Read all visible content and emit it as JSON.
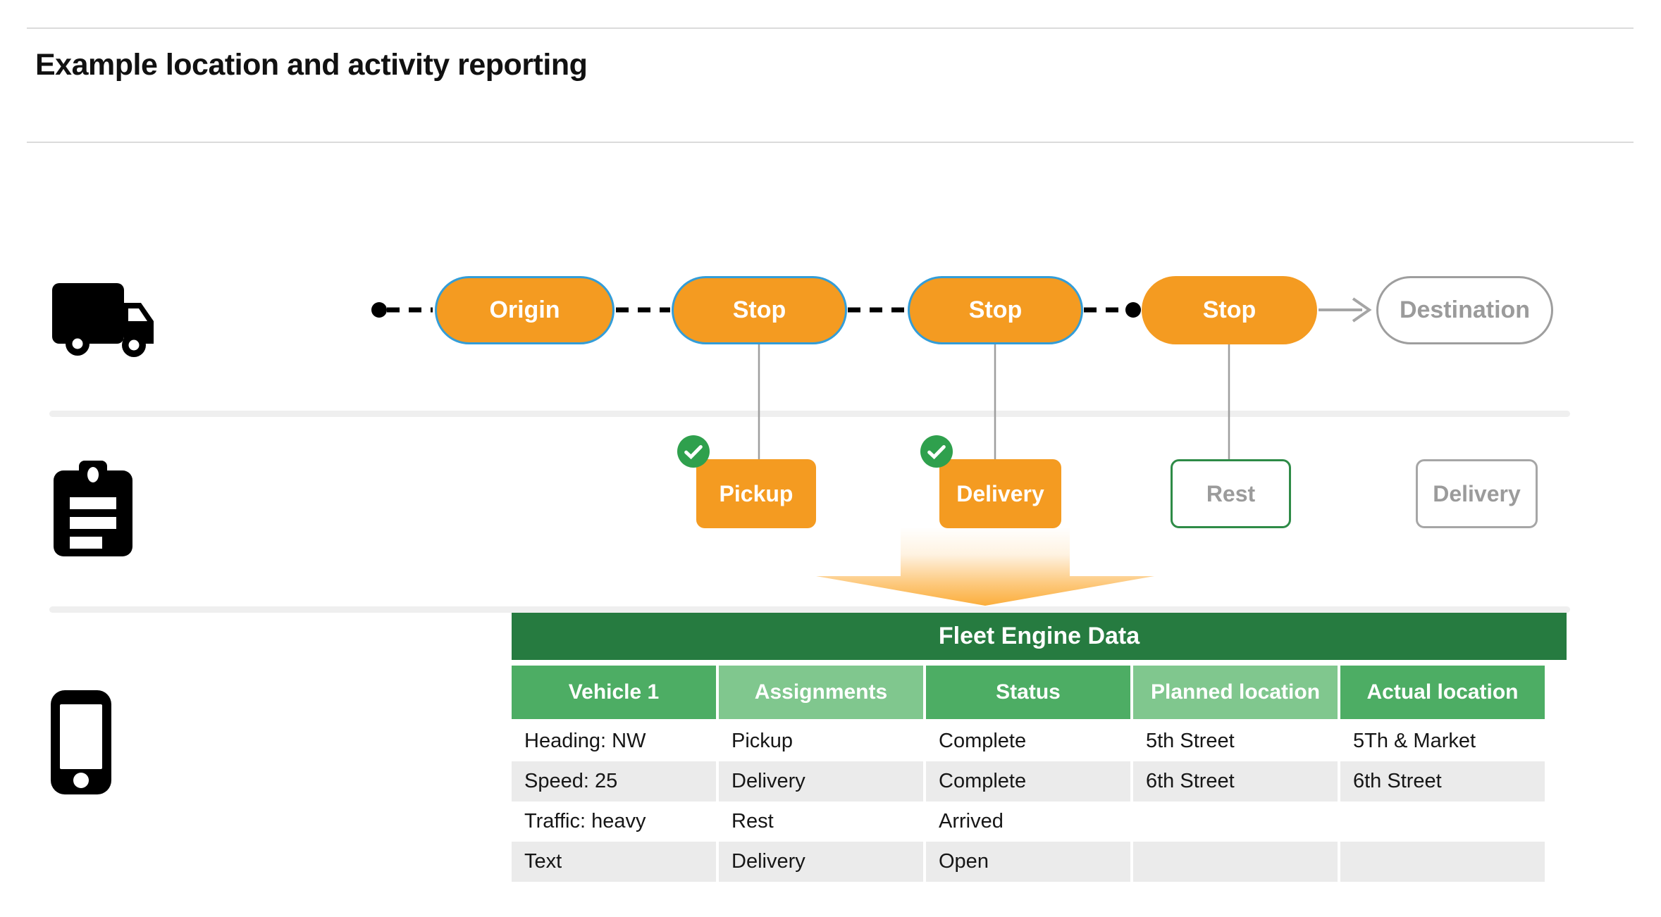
{
  "page": {
    "title": "Example location and activity reporting"
  },
  "route": {
    "nodes": [
      {
        "label": "Origin",
        "state": "visited"
      },
      {
        "label": "Stop",
        "state": "visited"
      },
      {
        "label": "Stop",
        "state": "visited"
      },
      {
        "label": "Stop",
        "state": "current"
      },
      {
        "label": "Destination",
        "state": "upcoming"
      }
    ]
  },
  "activities": [
    {
      "label": "Pickup",
      "status": "complete"
    },
    {
      "label": "Delivery",
      "status": "complete"
    },
    {
      "label": "Rest",
      "status": "arrived"
    },
    {
      "label": "Delivery",
      "status": "open"
    }
  ],
  "table": {
    "title": "Fleet Engine Data",
    "columns": [
      "Vehicle 1",
      "Assignments",
      "Status",
      "Planned location",
      "Actual location"
    ],
    "rows": [
      [
        "Heading: NW",
        "Pickup",
        "Complete",
        "5th Street",
        "5Th & Market"
      ],
      [
        "Speed: 25",
        "Delivery",
        "Complete",
        "6th Street",
        "6th Street"
      ],
      [
        "Traffic: heavy",
        "Rest",
        "Arrived",
        "",
        ""
      ],
      [
        "Text",
        "Delivery",
        "Open",
        "",
        ""
      ]
    ]
  },
  "icons": {
    "vehicle": "truck-icon",
    "activity_log": "clipboard-icon",
    "device": "phone-icon",
    "complete": "check-icon"
  },
  "colors": {
    "orange": "#F49B21",
    "pill_border_blue": "#339DD8",
    "check_green": "#2FA04D",
    "rest_border_green": "#2E8B47",
    "table_title_green": "#267B40",
    "column_green": "#4DAD64",
    "column_light_green": "#80C78E",
    "row_stripe_gray": "#EBEBEB",
    "divider_gray": "#EFEFEF",
    "muted_text_gray": "#9B9B9B"
  }
}
